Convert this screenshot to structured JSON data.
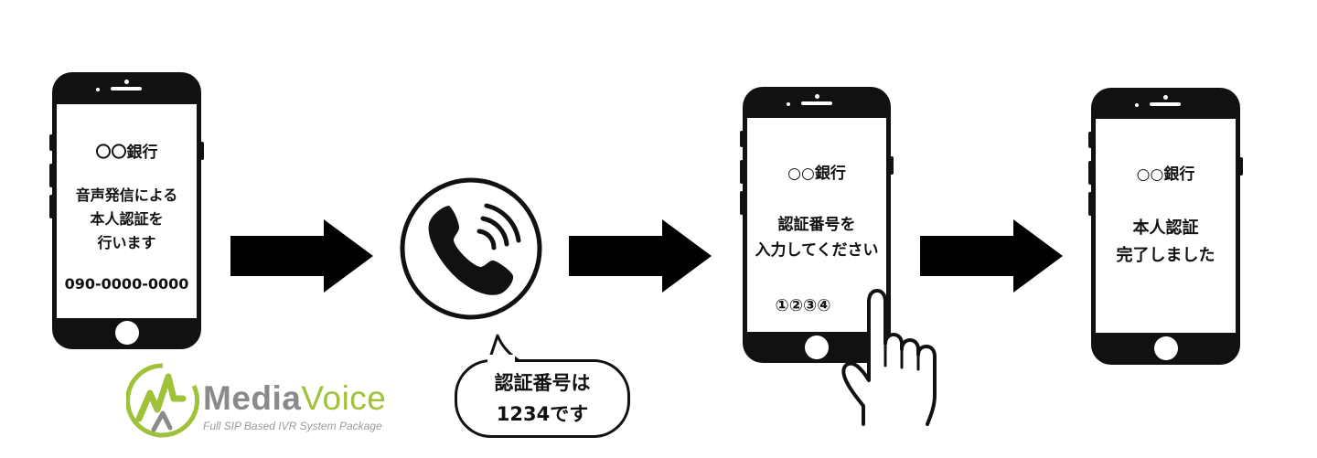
{
  "phone1": {
    "bank": "〇〇銀行",
    "message_lines": [
      "音声発信による",
      "本人認証を",
      "行います"
    ],
    "phone_number": "090-0000-0000"
  },
  "bubble": {
    "lines": [
      "認証番号は",
      "1234です"
    ]
  },
  "phone2": {
    "bank": "○○銀行",
    "message_lines": [
      "認証番号を",
      "入力してください"
    ],
    "code": "①②③④"
  },
  "phone3": {
    "bank": "○○銀行",
    "message_lines": [
      "本人認証",
      "完了しました"
    ]
  },
  "logo": {
    "name_part1": "Media",
    "name_part2": "Voice",
    "tagline": "Full SIP Based IVR System Package",
    "colors": {
      "green": "#9fc23a",
      "gray": "#8a8a8a"
    }
  },
  "icons": [
    "phone-call-icon",
    "right-arrow-icon",
    "pointing-hand-icon"
  ]
}
